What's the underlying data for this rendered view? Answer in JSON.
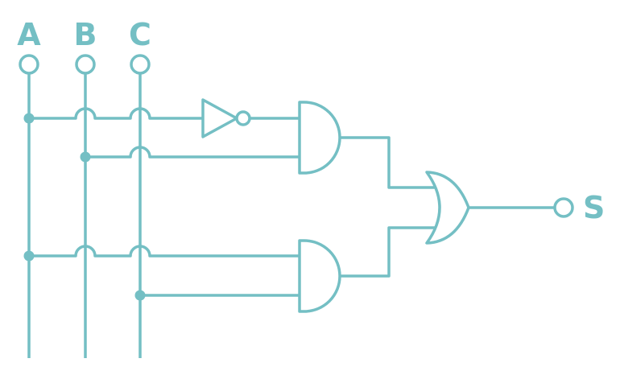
{
  "colors": {
    "wire": "#74bfc4",
    "background": "#ffffff"
  },
  "inputs": [
    {
      "label": "A"
    },
    {
      "label": "B"
    },
    {
      "label": "C"
    }
  ],
  "output": {
    "label": "S"
  },
  "gates": [
    {
      "type": "NOT",
      "input": "A"
    },
    {
      "type": "AND",
      "inputs": [
        "NOT A",
        "B"
      ]
    },
    {
      "type": "AND",
      "inputs": [
        "A",
        "C"
      ]
    },
    {
      "type": "OR",
      "inputs": [
        "AND 1",
        "AND 2"
      ],
      "output": "S"
    }
  ]
}
